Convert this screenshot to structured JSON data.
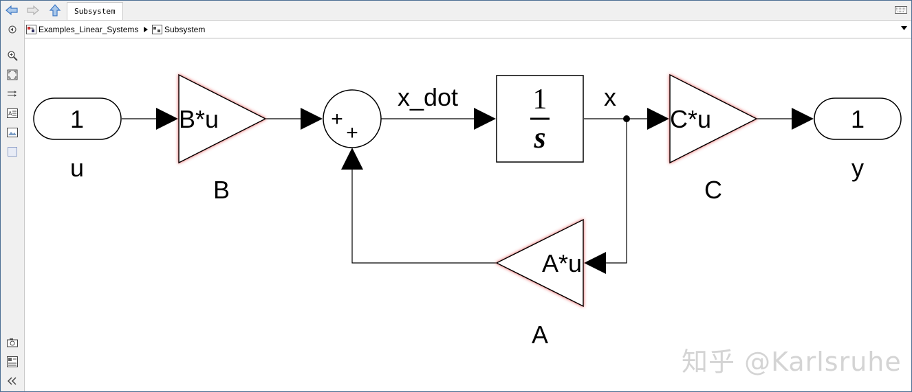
{
  "window": {
    "tab_title": "Subsystem"
  },
  "breadcrumb": {
    "model": "Examples_Linear_Systems",
    "subsystem": "Subsystem"
  },
  "diagram": {
    "inport": {
      "number": "1",
      "label": "u"
    },
    "gain_b": {
      "expr": "B*u",
      "label": "B"
    },
    "sum": {
      "signs": [
        "+",
        "+"
      ]
    },
    "integrator": {
      "num": "1",
      "den": "s"
    },
    "gain_c": {
      "expr": "C*u",
      "label": "C"
    },
    "outport": {
      "number": "1",
      "label": "y"
    },
    "gain_a": {
      "expr": "A*u",
      "label": "A"
    },
    "signals": {
      "x_dot": "x_dot",
      "x": "x"
    }
  },
  "watermark": "知乎 @Karlsruhe",
  "colors": {
    "block_glow": "#e04040",
    "tabbar": "#f0f0f0",
    "frame_border": "#4a6d92"
  }
}
